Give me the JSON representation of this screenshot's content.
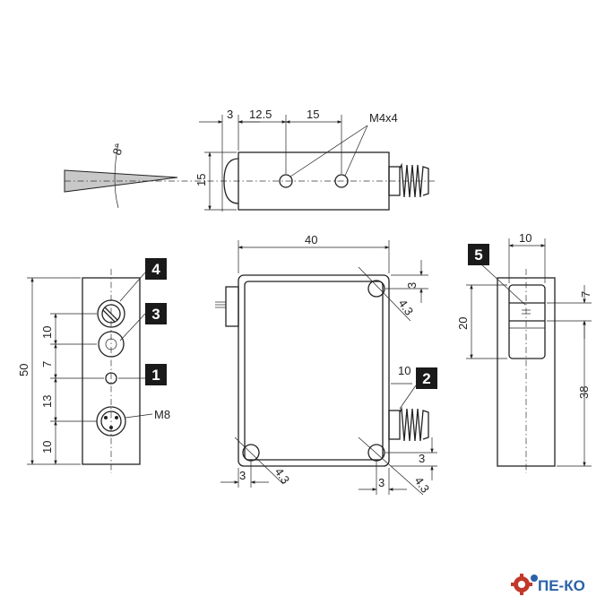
{
  "dimensions": {
    "top_3": "3",
    "top_12_5": "12.5",
    "top_15": "15",
    "thread": "M4x4",
    "height_15": "15",
    "angle": "8°",
    "width_40": "40",
    "hole_3_tr": "3",
    "hole_d_tr": "4.3",
    "dim_10_right": "10",
    "hole_3_br": "3",
    "hole_3_bl": "3",
    "hole_d_bl": "4.3",
    "hole_3_bb": "3",
    "hole_d_br": "4.3",
    "left_50": "50",
    "left_10a": "10",
    "left_7": "7",
    "left_13": "13",
    "left_10b": "10",
    "connector": "M8",
    "right_10": "10",
    "right_7": "7",
    "right_20": "20",
    "right_38": "38"
  },
  "badges": {
    "b1": "1",
    "b2": "2",
    "b3": "3",
    "b4": "4",
    "b5": "5"
  },
  "logo": {
    "text": "ПЕ-КО"
  }
}
